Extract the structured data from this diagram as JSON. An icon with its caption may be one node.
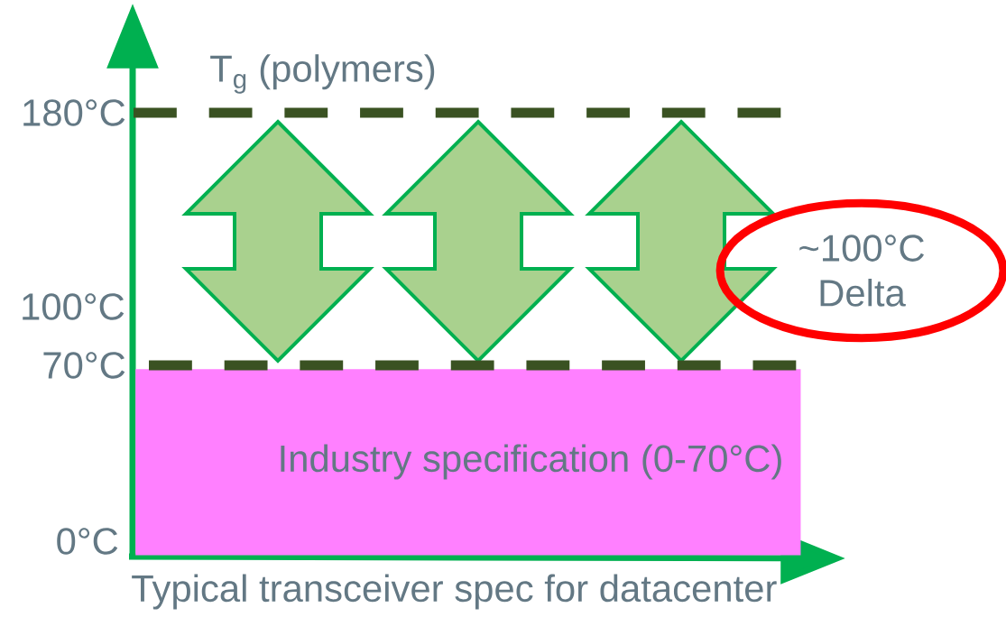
{
  "diagram": {
    "nodes": [
      {
        "text": [
          "Industry specification (0-70°C)"
        ]
      },
      {
        "text": [
          "~100°C Delta"
        ]
      }
    ],
    "labels": [
      "T$_{g}$ (polymers)",
      "180°C",
      "100°C",
      "70°C",
      "0°C",
      "Typical transceiver spec for datacenter"
    ]
  }
}
